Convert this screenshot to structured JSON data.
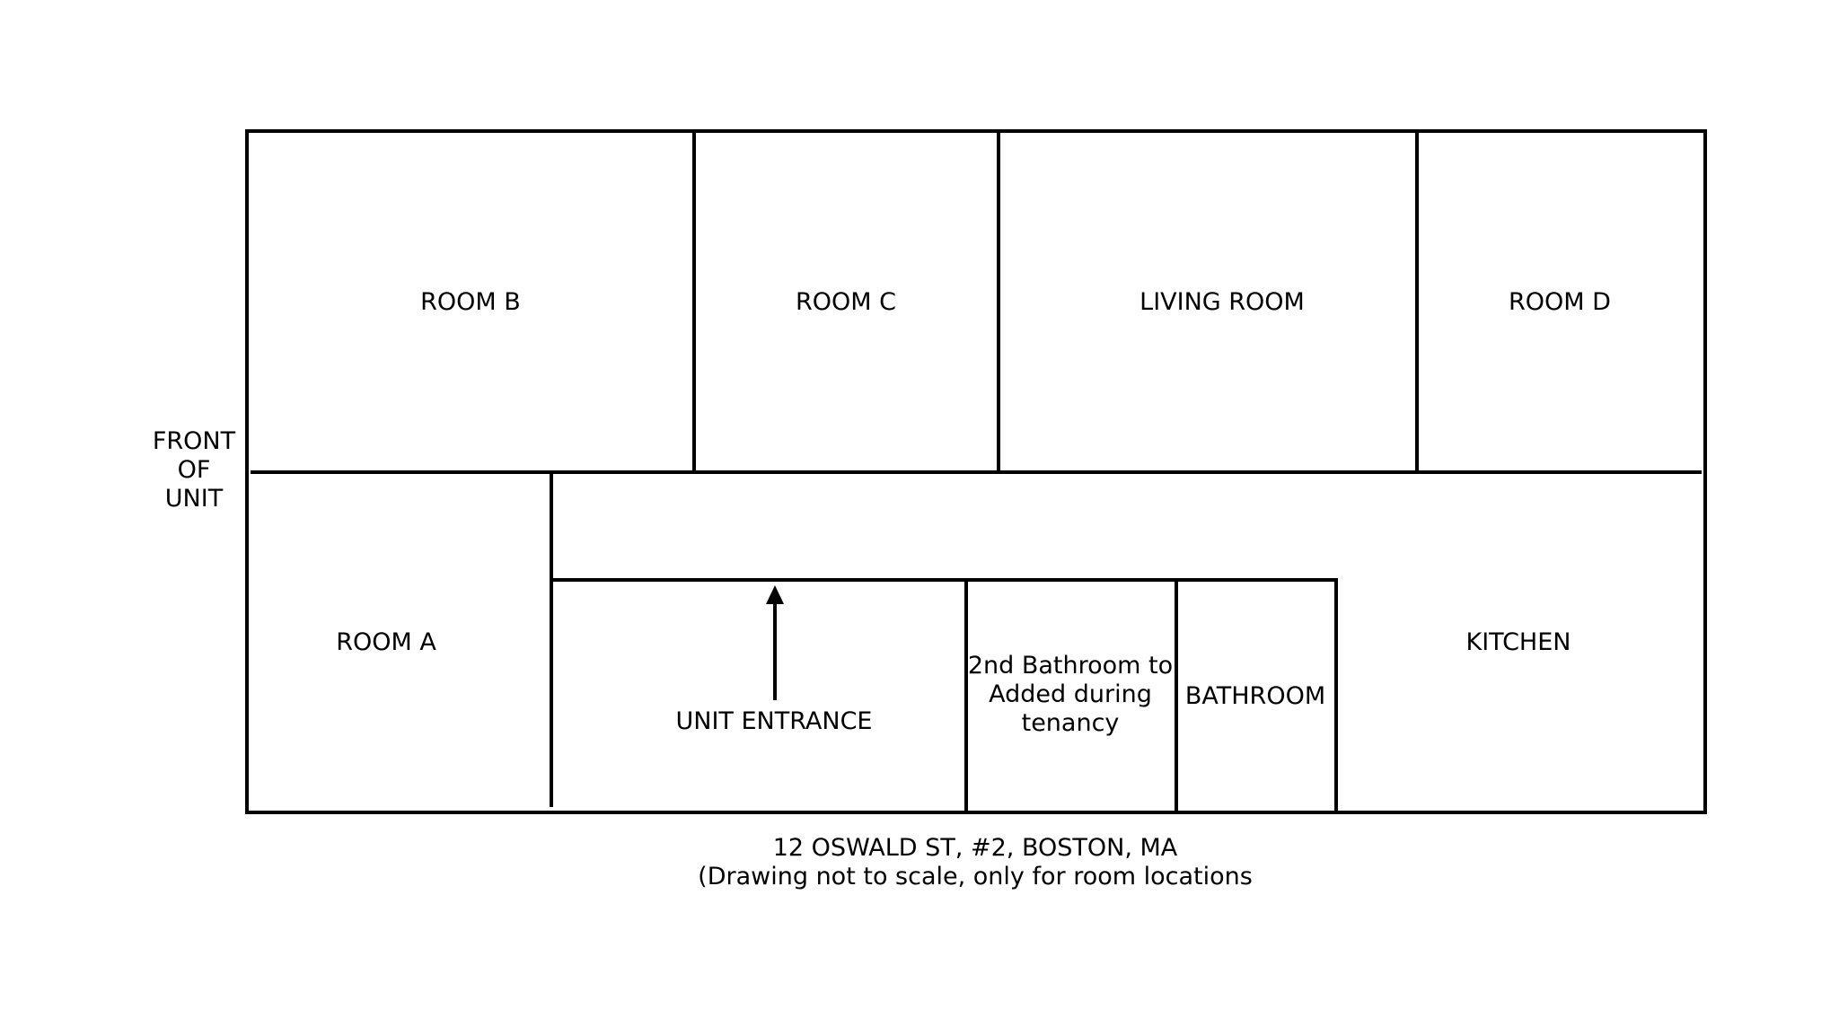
{
  "front_label": "FRONT\nOF\nUNIT",
  "rooms": {
    "room_b": "ROOM B",
    "room_c": "ROOM C",
    "living_room": "LIVING ROOM",
    "room_d": "ROOM D",
    "room_a": "ROOM A",
    "unit_entrance": "UNIT ENTRANCE",
    "second_bathroom": "2nd Bathroom to\nAdded during\ntenancy",
    "bathroom": "BATHROOM",
    "kitchen": "KITCHEN"
  },
  "caption": {
    "address": "12 OSWALD ST, #2, BOSTON, MA",
    "note": "(Drawing not to scale, only for room locations"
  }
}
